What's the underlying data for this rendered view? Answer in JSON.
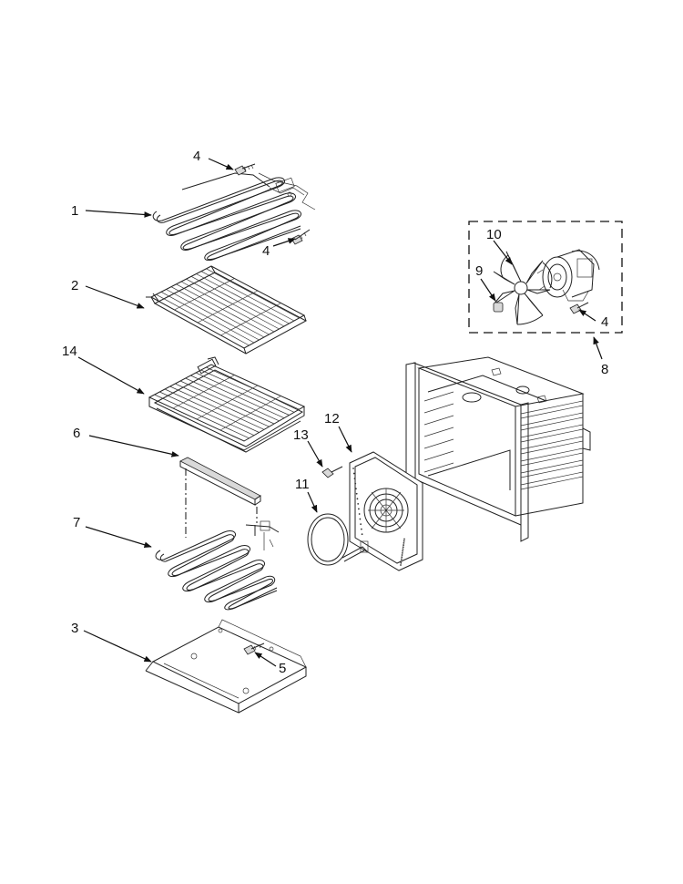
{
  "diagram": {
    "callouts": {
      "part_1": "1",
      "part_2": "2",
      "part_3": "3",
      "part_4_upper": "4",
      "part_4_lower": "4",
      "part_4_kit": "4",
      "part_5": "5",
      "part_6": "6",
      "part_7": "7",
      "part_8": "8",
      "part_9": "9",
      "part_10": "10",
      "part_11": "11",
      "part_12": "12",
      "part_13": "13",
      "part_14": "14"
    }
  }
}
